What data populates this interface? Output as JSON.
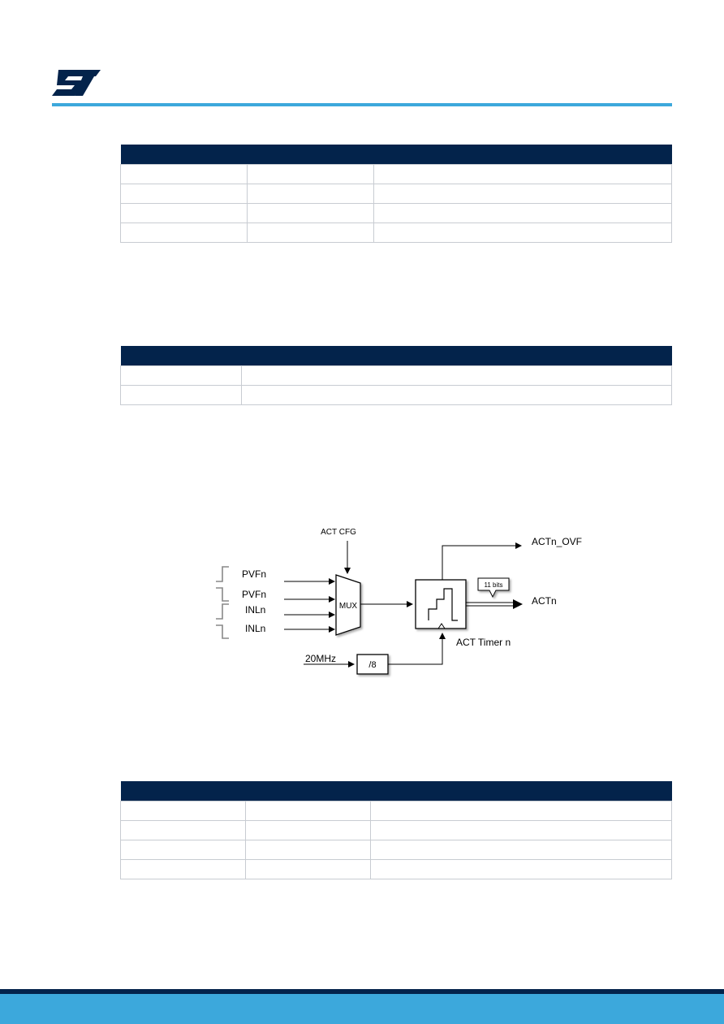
{
  "diagram": {
    "act_cfg": "ACT CFG",
    "inputs": [
      "PVFn",
      "PVFn",
      "INLn",
      "INLn"
    ],
    "mux": "MUX",
    "overflow": "ACTn_OVF",
    "bits": "11 bits",
    "output": "ACTn",
    "timer": "ACT Timer n",
    "clock": "20MHz",
    "divider": "/8"
  },
  "colors": {
    "table_header": "#03234b",
    "accent_blue": "#3ca8dc",
    "logo": "#03234b"
  },
  "icons": {
    "logo": "st-logo"
  }
}
